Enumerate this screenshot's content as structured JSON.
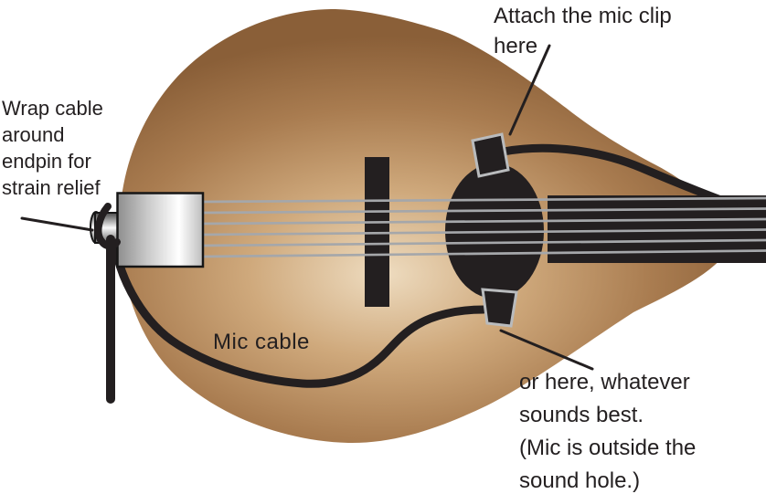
{
  "annotations": {
    "wrap_cable": {
      "lines": [
        "Wrap cable",
        "around",
        "endpin for",
        "strain relief"
      ]
    },
    "attach_clip": {
      "lines": [
        "Attach the mic clip",
        "here"
      ]
    },
    "mic_cable_label": "Mic cable",
    "or_here": {
      "lines": [
        "or here, whatever",
        "sounds best.",
        "(Mic is outside the",
        "sound hole.)"
      ]
    }
  },
  "colors": {
    "background": "#ffffff",
    "ink": "#231f20",
    "body_highlight": "#eedcc0",
    "body_tan": "#cfa97c",
    "body_brown": "#a97c50",
    "body_dark": "#8a5f38",
    "string_gray": "#a5a7aa",
    "clip_outline": "#b9bbbd",
    "metal_light": "#ffffff",
    "metal_mid": "#c9c9c9",
    "metal_dark": "#8e8e8e"
  }
}
